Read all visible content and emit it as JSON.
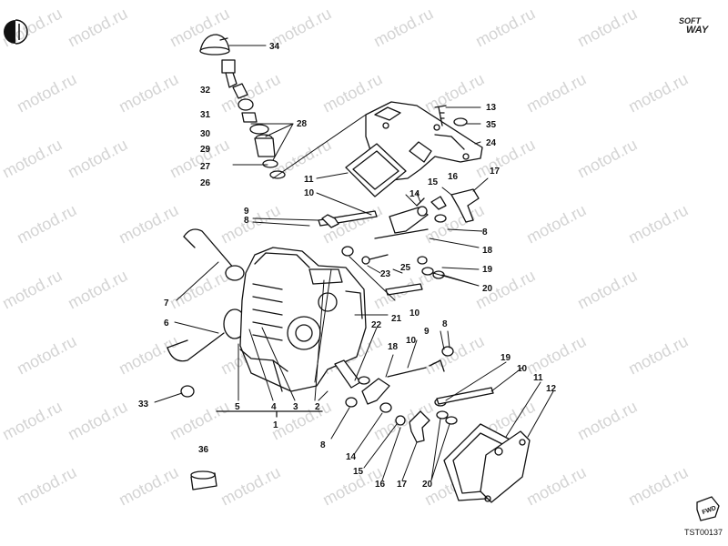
{
  "watermark_text": "motod.ru",
  "brand": {
    "line1": "SOFT",
    "line2": "WAY"
  },
  "doc_code": "TST00137",
  "fwd_label": "FWD",
  "labels": {
    "p34": "34",
    "p32": "32",
    "p31": "31",
    "p30": "30",
    "p29": "29",
    "p28": "28",
    "p27": "27",
    "p26": "26",
    "p13": "13",
    "p35": "35",
    "p24": "24",
    "p11a": "11",
    "p10a": "10",
    "p15a": "15",
    "p16a": "16",
    "p17a": "17",
    "p14a": "14",
    "p9a": "9",
    "p8a": "8",
    "p8b": "8",
    "p18a": "18",
    "p19a": "19",
    "p20a": "20",
    "p25": "25",
    "p23": "23",
    "p21": "21",
    "p10b": "10",
    "p7": "7",
    "p6": "6",
    "p22": "22",
    "p18b": "18",
    "p10c": "10",
    "p9b": "9",
    "p8c": "8",
    "p19b": "19",
    "p10d": "10",
    "p11b": "11",
    "p12": "12",
    "p33": "33",
    "p5": "5",
    "p4": "4",
    "p3": "3",
    "p2": "2",
    "p1": "1",
    "p8d": "8",
    "p14b": "14",
    "p15b": "15",
    "p16b": "16",
    "p17b": "17",
    "p20b": "20",
    "p36": "36"
  }
}
